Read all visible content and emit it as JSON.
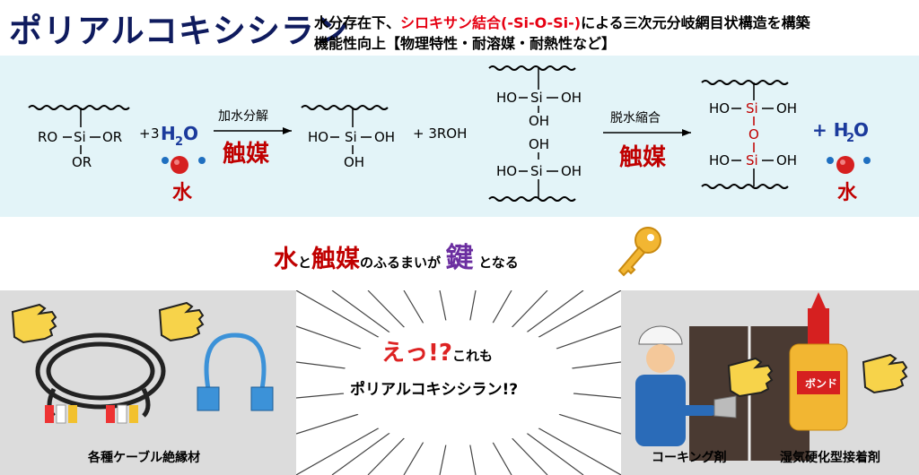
{
  "header": {
    "title": "ポリアルコキシシラン",
    "desc_prefix": "水分存在下、",
    "desc_red": "シロキサン結合(-Si-O-Si-)",
    "desc_suffix": "による三次元分岐網目状構造を構築",
    "desc2": "機能性向上【物理特性・耐溶媒・耐熱性など】"
  },
  "reaction1": {
    "left_ro": "RO",
    "left_si": "Si",
    "left_or_r": "OR",
    "left_or_b": "OR",
    "plus": "+",
    "water_coef": "3",
    "water_formula": "H",
    "water_sub": "2",
    "water_o": "O",
    "arrow_label": "加水分解",
    "catalyst": "触媒",
    "water_label": "水",
    "p_ho": "HO",
    "p_si": "Si",
    "p_oh_r": "OH",
    "p_oh_b": "OH",
    "plus2": "+ 3ROH"
  },
  "reaction2": {
    "top_ho": "HO",
    "top_si": "Si",
    "top_oh_r": "OH",
    "top_oh_b": "OH",
    "bot_oh_t": "OH",
    "bot_ho": "HO",
    "bot_si": "Si",
    "bot_oh_r": "OH",
    "arrow_label": "脱水縮合",
    "catalyst": "触媒",
    "p_ho1": "HO",
    "p_si1": "Si",
    "p_oh1": "OH",
    "p_o": "O",
    "p_ho2": "HO",
    "p_si2": "Si",
    "p_oh2": "OH",
    "plus_water": "+ H",
    "water_sub": "2",
    "water_o": "O",
    "water_label": "水"
  },
  "message": {
    "w_water": "水",
    "w_to": "と",
    "w_catalyst": "触媒",
    "w_mid": "のふるまいが",
    "w_key": "鍵",
    "w_end": "となる"
  },
  "bottom": {
    "cap_cable": "各種ケーブル絶縁材",
    "eh_main": "えっ!?",
    "eh_small": "これも",
    "burst_title": "ポリアルコキシシラン!?",
    "cap_caulk": "コーキング剤",
    "cap_bond": "湿気硬化型接着剤",
    "bond_label": "ボンド"
  },
  "colors": {
    "navy": "#0f1b5e",
    "red": "#e60012",
    "band": "#e3f4f8",
    "gray": "#dcdcdc",
    "purple": "#6b2ea0",
    "key_gold": "#f2b632"
  },
  "icons": [
    "pointing-hand-icon",
    "water-molecule-icon",
    "key-icon",
    "cable-icon",
    "lan-cable-icon",
    "worker-icon",
    "bond-bottle-icon"
  ]
}
